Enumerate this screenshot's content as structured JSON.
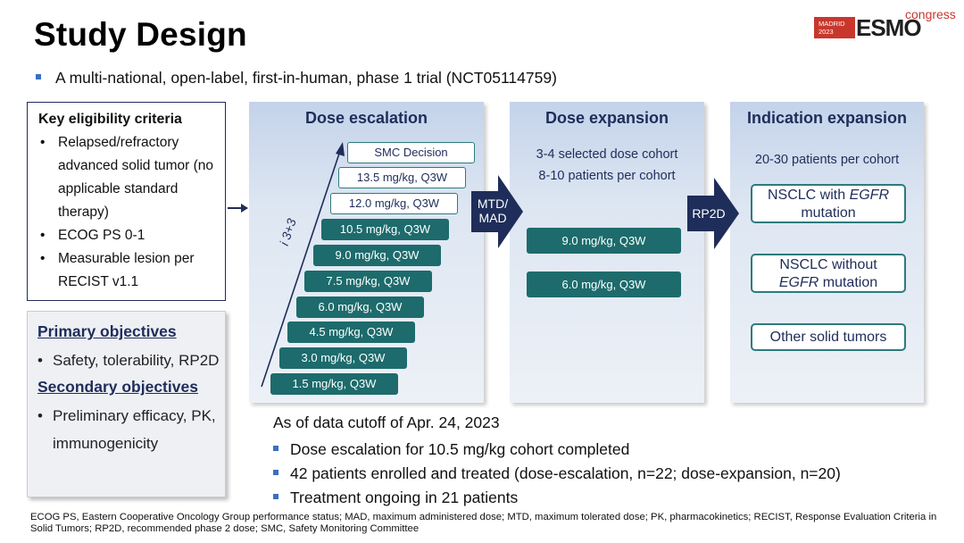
{
  "title": "Study Design",
  "logo": {
    "city": "MADRID",
    "year": "2023",
    "brand": "ESMO",
    "suffix": "congress"
  },
  "subtitle": "A multi-national, open-label, first-in-human, phase 1 trial (NCT05114759)",
  "eligibility": {
    "title": "Key eligibility criteria",
    "items": [
      "Relapsed/refractory advanced solid tumor (no applicable standard therapy)",
      "ECOG PS 0-1",
      "Measurable lesion per RECIST v1.1"
    ]
  },
  "objectives": {
    "primary_title": "Primary objectives",
    "primary_items": [
      "Safety, tolerability, RP2D"
    ],
    "secondary_title": "Secondary objectives",
    "secondary_items": [
      "Preliminary efficacy, PK, immunogenicity"
    ]
  },
  "escalation": {
    "title": "Dose escalation",
    "design_label": "i 3+3",
    "steps": [
      "SMC Decision",
      "13.5 mg/kg, Q3W",
      "12.0 mg/kg, Q3W",
      "10.5 mg/kg, Q3W",
      "9.0 mg/kg, Q3W",
      "7.5 mg/kg, Q3W",
      "6.0 mg/kg, Q3W",
      "4.5 mg/kg, Q3W",
      "3.0 mg/kg, Q3W",
      "1.5 mg/kg, Q3W"
    ]
  },
  "arrow1_label": "MTD/ MAD",
  "arrow2_label": "RP2D",
  "expansion": {
    "title": "Dose expansion",
    "line1": "3-4 selected dose cohort",
    "line2": "8-10 patients per cohort",
    "cohorts": [
      "9.0 mg/kg, Q3W",
      "6.0 mg/kg, Q3W"
    ]
  },
  "indication": {
    "title": "Indication expansion",
    "subtitle": "20-30 patients per cohort",
    "cohort1_pre": "NSCLC with ",
    "cohort1_em": "EGFR",
    "cohort1_post": "mutation",
    "cohort2_pre": "NSCLC without",
    "cohort2_em": "EGFR",
    "cohort2_post": " mutation",
    "cohort3": "Other solid tumors"
  },
  "cutoff": "As of data cutoff of Apr. 24, 2023",
  "notes": [
    "Dose escalation for 10.5 mg/kg cohort completed",
    "42 patients enrolled and treated (dose-escalation, n=22; dose-expansion, n=20)",
    "Treatment ongoing in 21 patients"
  ],
  "footnote": "ECOG PS, Eastern Cooperative Oncology Group performance status; MAD, maximum administered dose; MTD, maximum tolerated dose; PK, pharmacokinetics;  RECIST, Response Evaluation Criteria in Solid Tumors; RP2D, recommended phase 2 dose; SMC, Safety Monitoring Committee",
  "colors": {
    "navy": "#1f2d5a",
    "teal": "#1d6b6c",
    "accent_red": "#c9372c",
    "bullet_blue": "#3a6fc4"
  }
}
